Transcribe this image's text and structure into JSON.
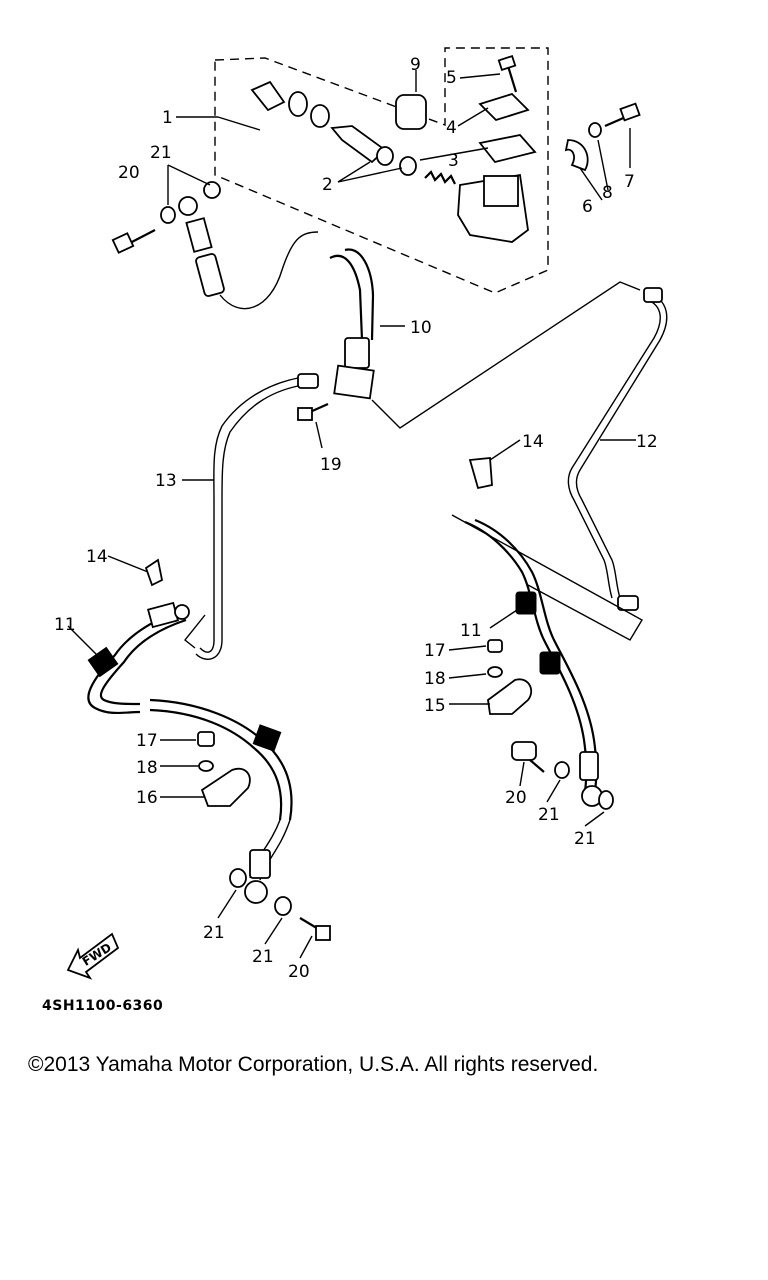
{
  "diagram": {
    "part_code": "4SH1100-6360",
    "fwd_label": "FWD",
    "callouts": [
      {
        "id": "c1",
        "text": "1"
      },
      {
        "id": "c2",
        "text": "2"
      },
      {
        "id": "c3",
        "text": "3"
      },
      {
        "id": "c4",
        "text": "4"
      },
      {
        "id": "c5",
        "text": "5"
      },
      {
        "id": "c6",
        "text": "6"
      },
      {
        "id": "c7",
        "text": "7"
      },
      {
        "id": "c8",
        "text": "8"
      },
      {
        "id": "c9",
        "text": "9"
      },
      {
        "id": "c10",
        "text": "10"
      },
      {
        "id": "c11a",
        "text": "11"
      },
      {
        "id": "c11b",
        "text": "11"
      },
      {
        "id": "c12",
        "text": "12"
      },
      {
        "id": "c13",
        "text": "13"
      },
      {
        "id": "c14a",
        "text": "14"
      },
      {
        "id": "c14b",
        "text": "14"
      },
      {
        "id": "c15",
        "text": "15"
      },
      {
        "id": "c16",
        "text": "16"
      },
      {
        "id": "c17a",
        "text": "17"
      },
      {
        "id": "c17b",
        "text": "17"
      },
      {
        "id": "c18a",
        "text": "18"
      },
      {
        "id": "c18b",
        "text": "18"
      },
      {
        "id": "c19",
        "text": "19"
      },
      {
        "id": "c20a",
        "text": "20"
      },
      {
        "id": "c20b",
        "text": "20"
      },
      {
        "id": "c20c",
        "text": "20"
      },
      {
        "id": "c21a",
        "text": "21"
      },
      {
        "id": "c21b",
        "text": "21"
      },
      {
        "id": "c21c",
        "text": "21"
      },
      {
        "id": "c21d",
        "text": "21"
      },
      {
        "id": "c21e",
        "text": "21"
      }
    ]
  },
  "footer": {
    "copyright": "©2013 Yamaha Motor Corporation, U.S.A. All rights reserved."
  }
}
